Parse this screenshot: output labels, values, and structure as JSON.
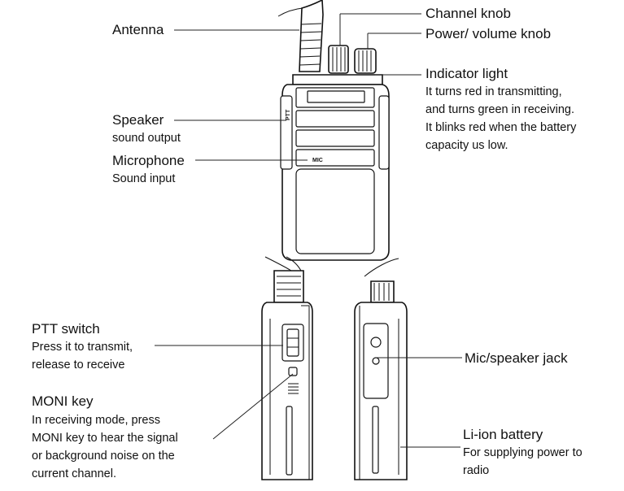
{
  "labels": {
    "antenna": "Antenna",
    "speaker": "Speaker",
    "speaker_sub": "sound output",
    "microphone": "Microphone",
    "microphone_sub": "Sound input",
    "channel_knob": "Channel knob",
    "power_knob": "Power/ volume knob",
    "indicator": "Indicator light",
    "indicator_desc": [
      "It turns red in transmitting,",
      "and turns green in receiving.",
      "It blinks red when the battery",
      "capacity us low."
    ],
    "ptt": "PTT switch",
    "ptt_desc": [
      "Press it to transmit,",
      "release to receive"
    ],
    "moni": "MONI key",
    "moni_desc": [
      "In receiving mode, press",
      "MONI key to hear the signal",
      "or background noise on the",
      "current channel."
    ],
    "jack": "Mic/speaker jack",
    "battery": "Li-ion battery",
    "battery_desc": [
      "For supplying power to",
      "radio"
    ]
  },
  "radio_markings": {
    "ptt_text": "PTT",
    "mic_text": "MIC"
  }
}
